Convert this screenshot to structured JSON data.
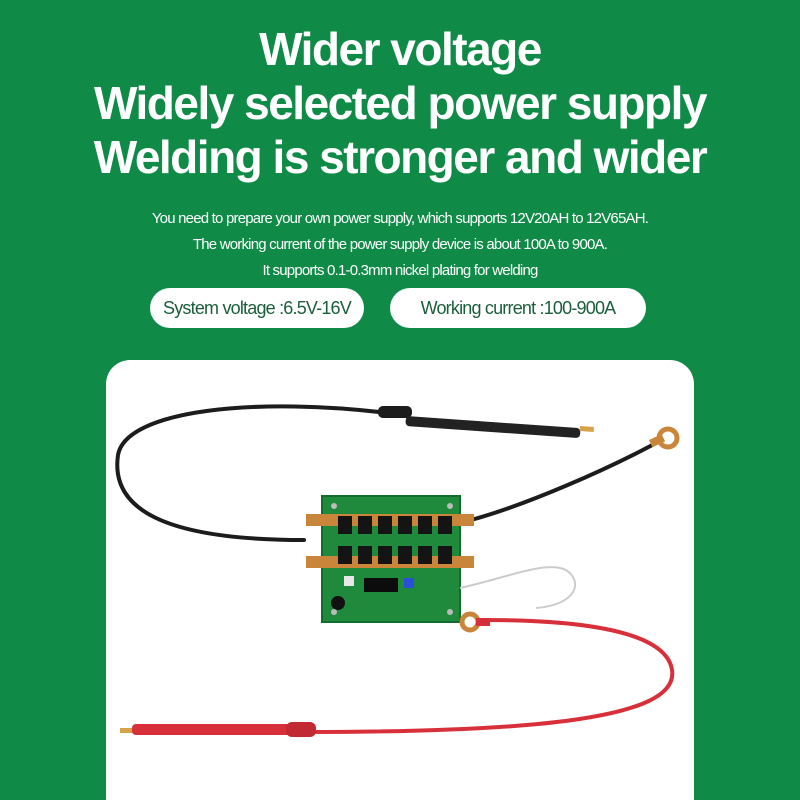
{
  "headline": {
    "line1": "Wider voltage",
    "line2": "Widely selected power supply",
    "line3": "Welding is stronger and wider"
  },
  "description": {
    "line1": "You need to prepare your own power supply, which supports 12V20AH to 12V65AH.",
    "line2": "The working current of the power supply device is about 100A to 900A.",
    "line3": "It supports 0.1-0.3mm nickel plating for welding"
  },
  "specs": {
    "voltage": "System voltage :6.5V-16V",
    "current": "Working current :100-900A"
  },
  "colors": {
    "background": "#0f8a47",
    "card": "#ffffff",
    "pcb": "#1f8a3c",
    "black_cable": "#1c1c1c",
    "red_cable": "#d8303a",
    "copper": "#c9863a"
  },
  "icons": [
    "welding-pen-black",
    "welding-pen-red",
    "pcb-board",
    "ring-terminal"
  ]
}
